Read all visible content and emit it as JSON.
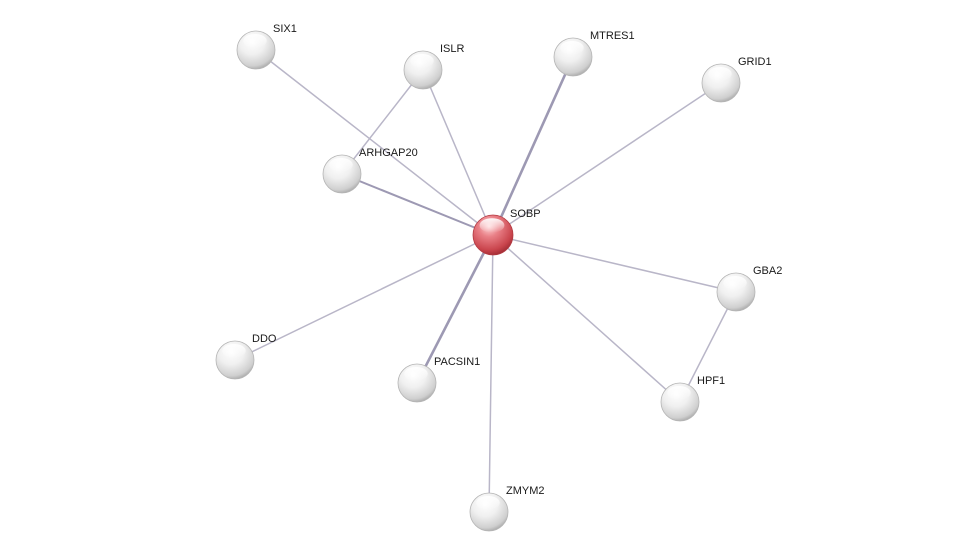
{
  "network": {
    "query_node": "SOBP",
    "nodes": [
      {
        "id": "SOBP",
        "label": "SOBP",
        "type": "query"
      },
      {
        "id": "SIX1",
        "label": "SIX1",
        "type": "partner"
      },
      {
        "id": "ISLR",
        "label": "ISLR",
        "type": "partner"
      },
      {
        "id": "MTRES1",
        "label": "MTRES1",
        "type": "partner"
      },
      {
        "id": "GRID1",
        "label": "GRID1",
        "type": "partner"
      },
      {
        "id": "ARHGAP20",
        "label": "ARHGAP20",
        "type": "partner"
      },
      {
        "id": "GBA2",
        "label": "GBA2",
        "type": "partner"
      },
      {
        "id": "DDO",
        "label": "DDO",
        "type": "partner"
      },
      {
        "id": "PACSIN1",
        "label": "PACSIN1",
        "type": "partner"
      },
      {
        "id": "HPF1",
        "label": "HPF1",
        "type": "partner"
      },
      {
        "id": "ZMYM2",
        "label": "ZMYM2",
        "type": "partner"
      }
    ],
    "edges": [
      {
        "source": "SOBP",
        "target": "SIX1",
        "strength": "weak"
      },
      {
        "source": "SOBP",
        "target": "ISLR",
        "strength": "weak"
      },
      {
        "source": "SOBP",
        "target": "MTRES1",
        "strength": "strong"
      },
      {
        "source": "SOBP",
        "target": "GRID1",
        "strength": "weak"
      },
      {
        "source": "SOBP",
        "target": "ARHGAP20",
        "strength": "medium"
      },
      {
        "source": "SOBP",
        "target": "GBA2",
        "strength": "weak"
      },
      {
        "source": "SOBP",
        "target": "DDO",
        "strength": "weak"
      },
      {
        "source": "SOBP",
        "target": "PACSIN1",
        "strength": "strong"
      },
      {
        "source": "SOBP",
        "target": "HPF1",
        "strength": "weak"
      },
      {
        "source": "SOBP",
        "target": "ZMYM2",
        "strength": "weak"
      },
      {
        "source": "ISLR",
        "target": "ARHGAP20",
        "strength": "weak"
      },
      {
        "source": "GBA2",
        "target": "HPF1",
        "strength": "weak"
      }
    ],
    "colors": {
      "query_node": "#d9535a",
      "partner_node": "#e6e6e6",
      "edge": "#b9b6c8",
      "edge_strong": "#9d99b3"
    }
  }
}
